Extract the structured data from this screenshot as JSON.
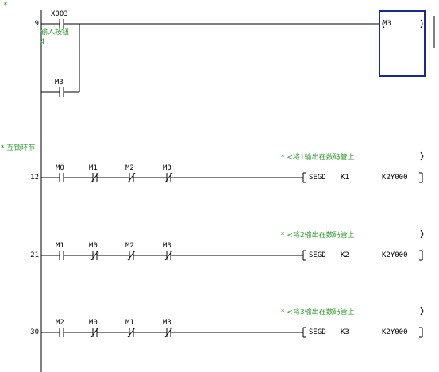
{
  "top_marker": "*",
  "rung9": {
    "step": "9",
    "contact_x003": "X003",
    "comment_x003": "输入按钮",
    "comment_x003_extra": "4",
    "contact_m3": "M3",
    "coil": "M3"
  },
  "section_comment": "* 互锁环节",
  "rungs": [
    {
      "step": "12",
      "comment": "* <将1输出在数码管上",
      "contacts": [
        "M0",
        "M1",
        "M2",
        "M3"
      ],
      "instr": "SEGD",
      "src": "K1",
      "dst": "K2Y000"
    },
    {
      "step": "21",
      "comment": "* <将2输出在数码管上",
      "contacts": [
        "M1",
        "M0",
        "M2",
        "M3"
      ],
      "instr": "SEGD",
      "src": "K2",
      "dst": "K2Y000"
    },
    {
      "step": "30",
      "comment": "* <将3输出在数码管上",
      "contacts": [
        "M2",
        "M0",
        "M1",
        "M3"
      ],
      "instr": "SEGD",
      "src": "K3",
      "dst": "K2Y000"
    }
  ],
  "colors": {
    "comment": "#2e9a2e",
    "selection": "#1a2a8a",
    "line": "#000000"
  }
}
